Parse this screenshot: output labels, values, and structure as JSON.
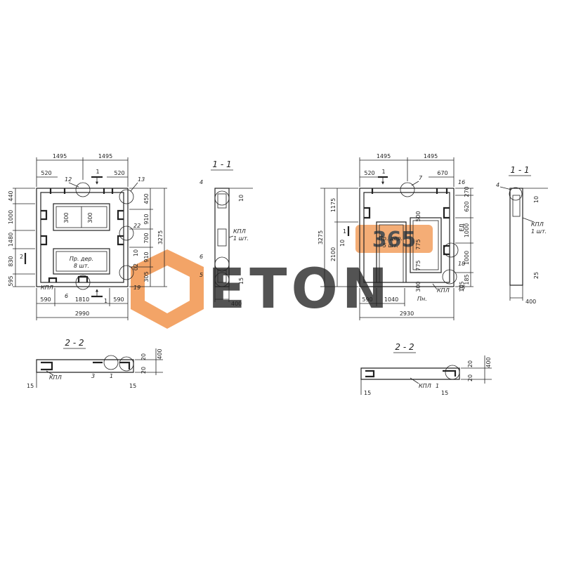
{
  "colors": {
    "ink": "#222222",
    "watermark": "#f08a3c"
  },
  "panel_a": {
    "top_dims": [
      "1495",
      "1495"
    ],
    "sub_dims": [
      "520",
      "520"
    ],
    "left_dims": [
      "440",
      "1000",
      "1480",
      "830",
      "595"
    ],
    "right_dims": [
      "450",
      "910",
      "700",
      "910",
      "305"
    ],
    "total_height": "3275",
    "bottom_dims": [
      "590",
      "1810",
      "590"
    ],
    "total_width": "2990",
    "window_dims": [
      "300",
      "300"
    ],
    "callouts": [
      "12",
      "13",
      "22",
      "6",
      "19"
    ],
    "section_marks": [
      "1",
      "1",
      "2",
      "2"
    ],
    "note_line1": "Пр. дер.",
    "note_line2": "8 шт.",
    "kpl": "КПЛ",
    "small_nums": [
      "10",
      "02"
    ]
  },
  "section_a_11": {
    "title": "1 - 1",
    "callouts": [
      "4",
      "6",
      "5"
    ],
    "note_line1": "КПЛ",
    "note_line2": "1 шт.",
    "dims": [
      "10",
      "15",
      "400"
    ]
  },
  "section_a_22": {
    "title": "2 - 2",
    "kpl": "КПЛ",
    "callouts": [
      "3",
      "1"
    ],
    "dims": [
      "15",
      "15",
      "20",
      "20",
      "400"
    ]
  },
  "panel_b": {
    "top_dims": [
      "1495",
      "1495"
    ],
    "sub_dims": [
      "520",
      "670"
    ],
    "left_dims": [
      "1175",
      "2100"
    ],
    "total_height": "3275",
    "right_dims": [
      "270",
      "620",
      "1000",
      "1000",
      "185"
    ],
    "inner_dims": [
      "500",
      "775",
      "775",
      "300"
    ],
    "bottom_dims": [
      "590",
      "1040"
    ],
    "total_width": "2930",
    "callouts": [
      "7",
      "16",
      "18",
      "15"
    ],
    "section_marks": [
      "1",
      "1"
    ],
    "note_line1": "Пр. дер.",
    "note_line2": "5 шт.",
    "kpl": "КПЛ",
    "label_in": "Пн.",
    "small_nums": [
      "10",
      "ЕД",
      "105"
    ]
  },
  "section_b_11": {
    "title": "1 - 1",
    "callouts": [
      "4"
    ],
    "note_line1": "КПЛ",
    "note_line2": "1 шт.",
    "dims": [
      "10",
      "25",
      "400"
    ]
  },
  "section_b_22": {
    "title": "2 - 2",
    "kpl": "КПЛ",
    "callouts": [
      "1"
    ],
    "dims": [
      "15",
      "15",
      "20",
      "20",
      "400"
    ]
  },
  "watermark": {
    "top_text": "365",
    "brand_text": "ETON"
  }
}
